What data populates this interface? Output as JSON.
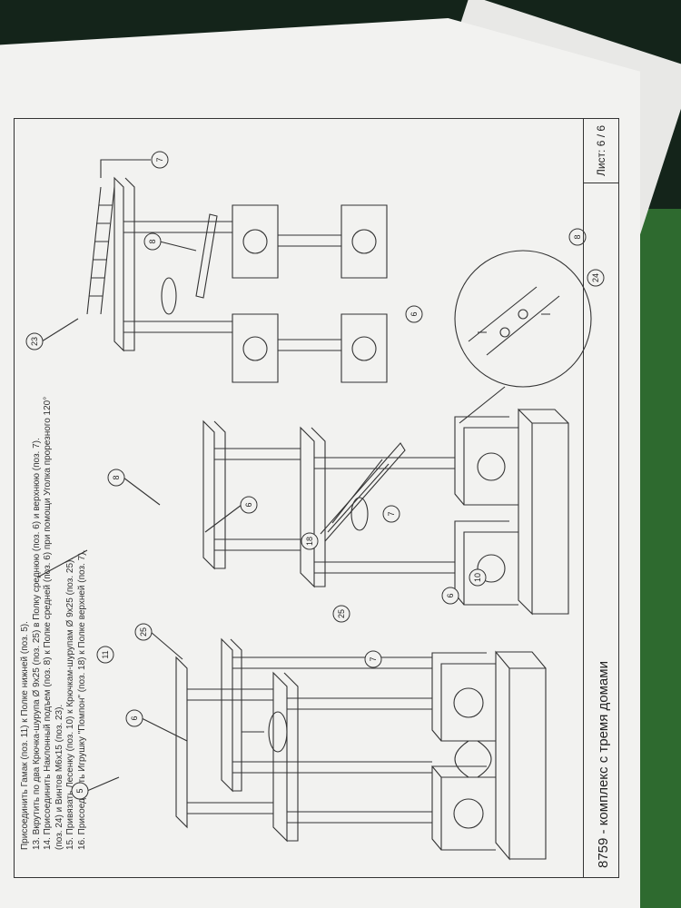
{
  "document": {
    "title": "8759 - комплекс с тремя домами",
    "sheet": "Лист: 6 / 6"
  },
  "instructions": [
    "Присоединить Гамак (поз. 11) к Полке нижней (поз. 5).",
    "13. Вкрутить по два Крючка-шурупа Ø 9х25 (поз. 25) в Полку среднюю (поз. 6) и верхнюю (поз. 7).",
    "14. Присоединить Наклонный подъем (поз. 8) к Полке средней (поз. 6) при помощи Уголка прорезного 120°",
    "(поз. 24) и Винтов М6х15 (поз. 23).",
    "15. Привязать Лесенку (поз. 10) к Крючкам-шурупам Ø 9х25 (поз. 25).",
    "16. Присоединить Игрушку \"Помпон\" (поз. 18) к Полке верхней (поз. 7)."
  ],
  "callouts": {
    "c5": "5",
    "c6a": "6",
    "c25a": "25",
    "c25b": "25",
    "c11": "11",
    "c7a": "7",
    "c6b": "6",
    "c18": "18",
    "c7b": "7",
    "c8a": "8",
    "c6c": "6",
    "c10": "10",
    "c8b": "8",
    "c7c": "7",
    "c23": "23",
    "c6d": "6",
    "c24": "24",
    "c8c": "8"
  },
  "colors": {
    "line": "#333333",
    "paper": "#f2f2f0"
  }
}
